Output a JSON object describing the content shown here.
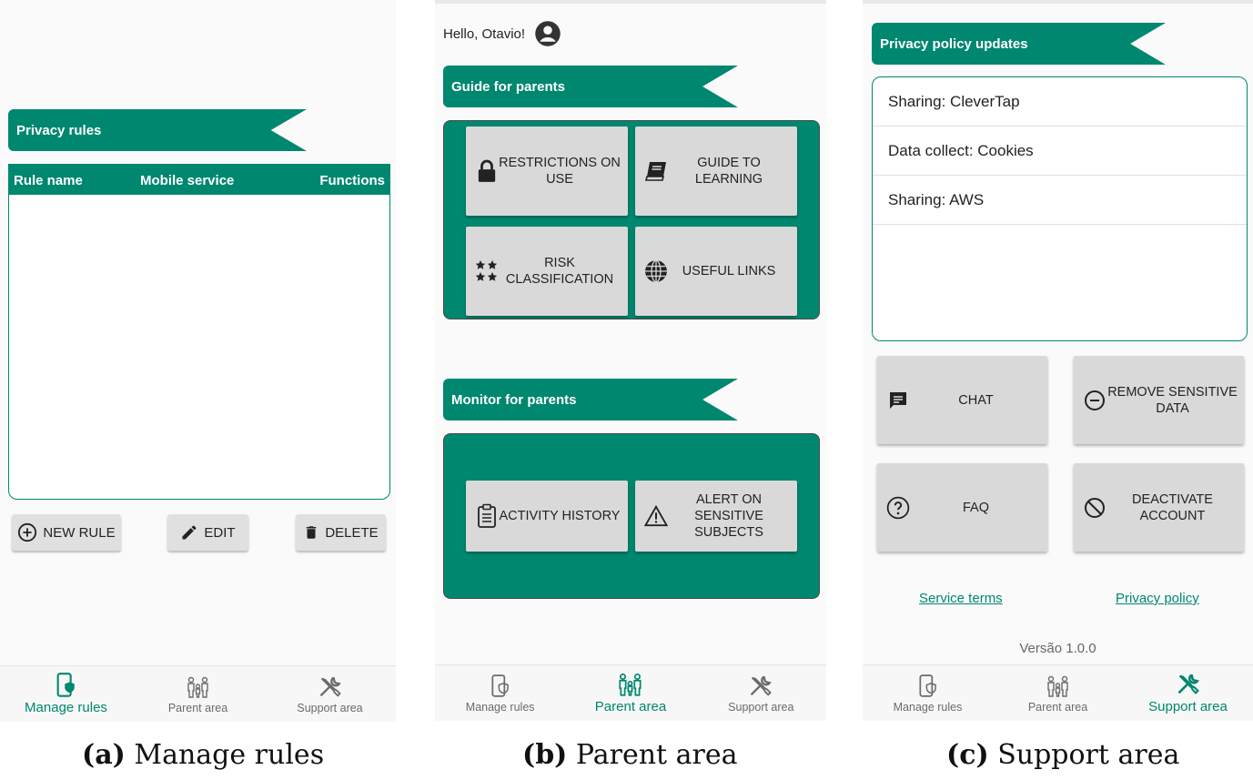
{
  "colors": {
    "primary": "#00876f",
    "tile": "#d9d9d9",
    "button": "#e0e0e0"
  },
  "screen_a": {
    "ribbon": "Privacy rules",
    "table": {
      "columns": [
        "Rule name",
        "Mobile service",
        "Functions"
      ]
    },
    "buttons": {
      "new_rule": {
        "label": "NEW RULE",
        "icon": "add-circle-icon"
      },
      "edit": {
        "label": "EDIT",
        "icon": "pencil-icon"
      },
      "delete": {
        "label": "DELETE",
        "icon": "trash-icon"
      }
    }
  },
  "screen_b": {
    "greeting": "Hello, Otavio!",
    "guide_ribbon": "Guide for parents",
    "guide_tiles": [
      {
        "label": "RESTRICTIONS ON USE",
        "icon": "lock-icon"
      },
      {
        "label": "GUIDE TO LEARNING",
        "icon": "book-icon"
      },
      {
        "label": "RISK CLASSIFICATION",
        "icon": "stars-icon"
      },
      {
        "label": "USEFUL LINKS",
        "icon": "globe-icon"
      }
    ],
    "monitor_ribbon": "Monitor for parents",
    "monitor_tiles": [
      {
        "label": "ACTIVITY HISTORY",
        "icon": "clipboard-icon"
      },
      {
        "label": "ALERT ON SENSITIVE SUBJECTS",
        "icon": "warning-icon"
      }
    ]
  },
  "screen_c": {
    "ribbon": "Privacy policy updates",
    "updates": [
      "Sharing: CleverTap",
      "Data collect: Cookies",
      "Sharing: AWS"
    ],
    "tiles": [
      {
        "label": "CHAT",
        "icon": "chat-icon"
      },
      {
        "label": "REMOVE SENSITIVE DATA",
        "icon": "minus-circle-icon"
      },
      {
        "label": "FAQ",
        "icon": "question-circle-icon"
      },
      {
        "label": "DEACTIVATE ACCOUNT",
        "icon": "block-icon"
      }
    ],
    "links": {
      "service_terms": "Service terms",
      "privacy_policy": "Privacy policy"
    },
    "version": "Versão 1.0.0"
  },
  "nav": {
    "manage_rules": "Manage rules",
    "parent_area": "Parent area",
    "support_area": "Support area"
  },
  "captions": {
    "a": {
      "tag": "(a)",
      "text": "Manage rules"
    },
    "b": {
      "tag": "(b)",
      "text": "Parent area"
    },
    "c": {
      "tag": "(c)",
      "text": "Support area"
    }
  }
}
